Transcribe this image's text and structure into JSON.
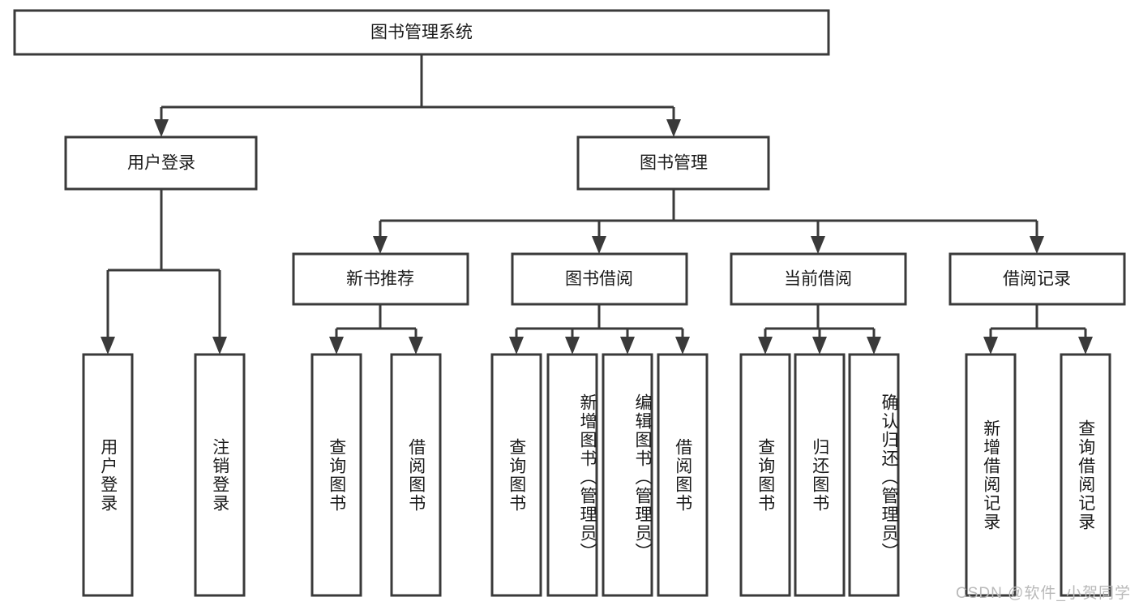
{
  "diagram": {
    "type": "tree",
    "title": "图书管理系统",
    "orientation": "top-down",
    "colors": {
      "node_fill": "#ffffff",
      "node_stroke": "#3a3a3a",
      "text": "#1a1a1a",
      "watermark": "#b9b9b9",
      "background": "#ffffff"
    },
    "root": {
      "label": "图书管理系统"
    },
    "level1": [
      {
        "label": "用户登录"
      },
      {
        "label": "图书管理"
      }
    ],
    "level2": [
      {
        "label": "新书推荐"
      },
      {
        "label": "图书借阅"
      },
      {
        "label": "当前借阅"
      },
      {
        "label": "借阅记录"
      }
    ],
    "leaves": {
      "user_login": [
        {
          "label": "用户登录"
        },
        {
          "label": "注销登录"
        }
      ],
      "new_book_recommend": [
        {
          "label": "查询图书"
        },
        {
          "label": "借阅图书"
        }
      ],
      "book_borrow": [
        {
          "label": "查询图书"
        },
        {
          "label": "新增图书（管理员）"
        },
        {
          "label": "编辑图书（管理员）"
        },
        {
          "label": "借阅图书"
        }
      ],
      "current_borrow": [
        {
          "label": "查询图书"
        },
        {
          "label": "归还图书"
        },
        {
          "label": "确认归还（管理员）"
        }
      ],
      "borrow_record": [
        {
          "label": "新增借阅记录"
        },
        {
          "label": "查询借阅记录"
        }
      ]
    }
  },
  "watermark": {
    "text": "CSDN @软件_小贺同学"
  }
}
